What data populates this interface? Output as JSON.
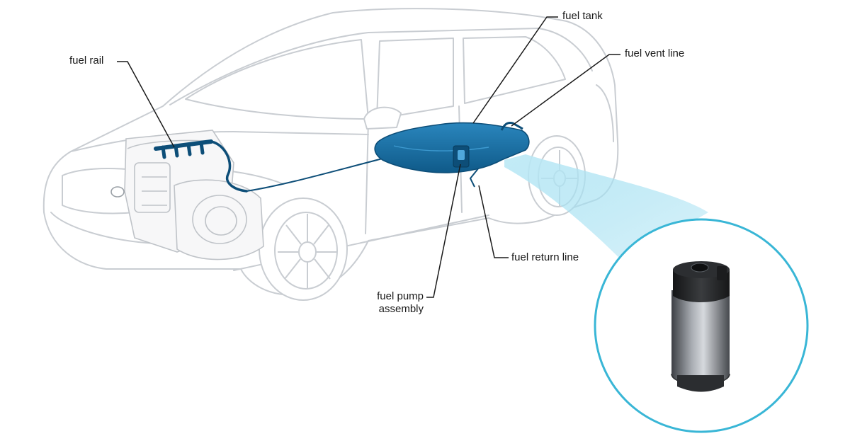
{
  "diagram": {
    "labels": {
      "fuel_rail": "fuel rail",
      "fuel_tank": "fuel tank",
      "fuel_vent_line": "fuel vent line",
      "fuel_return_line": "fuel return line",
      "fuel_pump_assembly_line1": "fuel pump",
      "fuel_pump_assembly_line2": "assembly"
    },
    "colors": {
      "car_outline": "#c9cdd2",
      "fuel_system": "#1a6fa3",
      "fuel_system_dark": "#0d4e78",
      "callout_ring": "#39b6d6",
      "callout_beam": "#7fd3ec",
      "leader_line": "#1a1a1a"
    }
  }
}
